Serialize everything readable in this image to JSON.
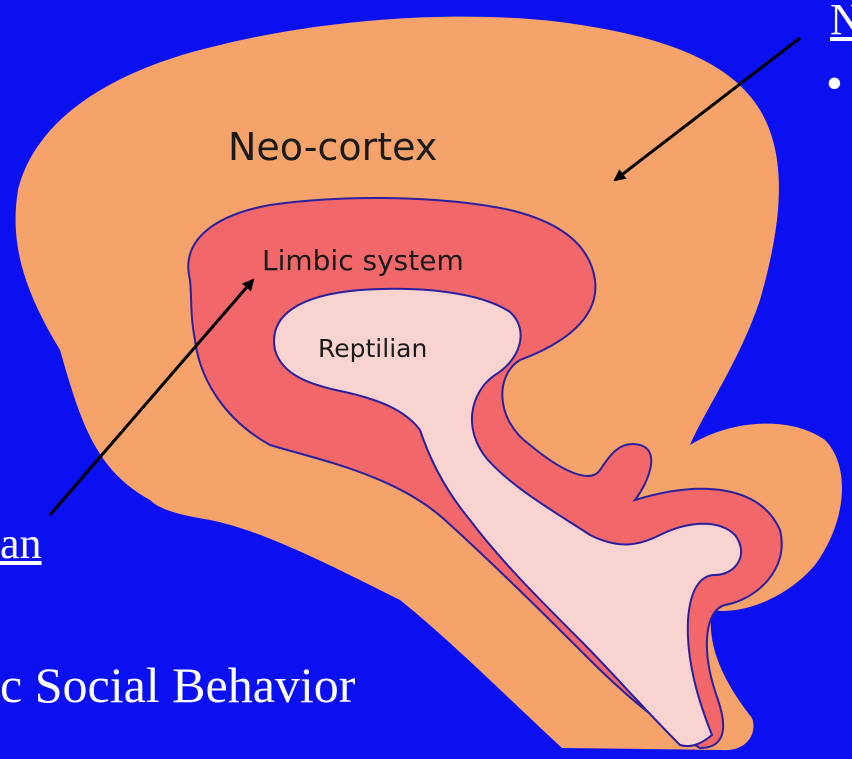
{
  "colors": {
    "background": "#0a10f0",
    "neocortex": "#f5a36a",
    "limbic": "#f2686a",
    "reptilian": "#f8d3d0",
    "outline": "#2a1f9e",
    "arrow": "#000000",
    "text": "#ffffff"
  },
  "diagram": {
    "labels": {
      "neocortex": "Neo-cortex",
      "limbic": "Limbic system",
      "reptilian": "Reptilian"
    }
  },
  "slide": {
    "top_right_fragment": "N",
    "bullet": "•",
    "left_fragment": "an",
    "bottom_fragment": "c Social Behavior"
  }
}
